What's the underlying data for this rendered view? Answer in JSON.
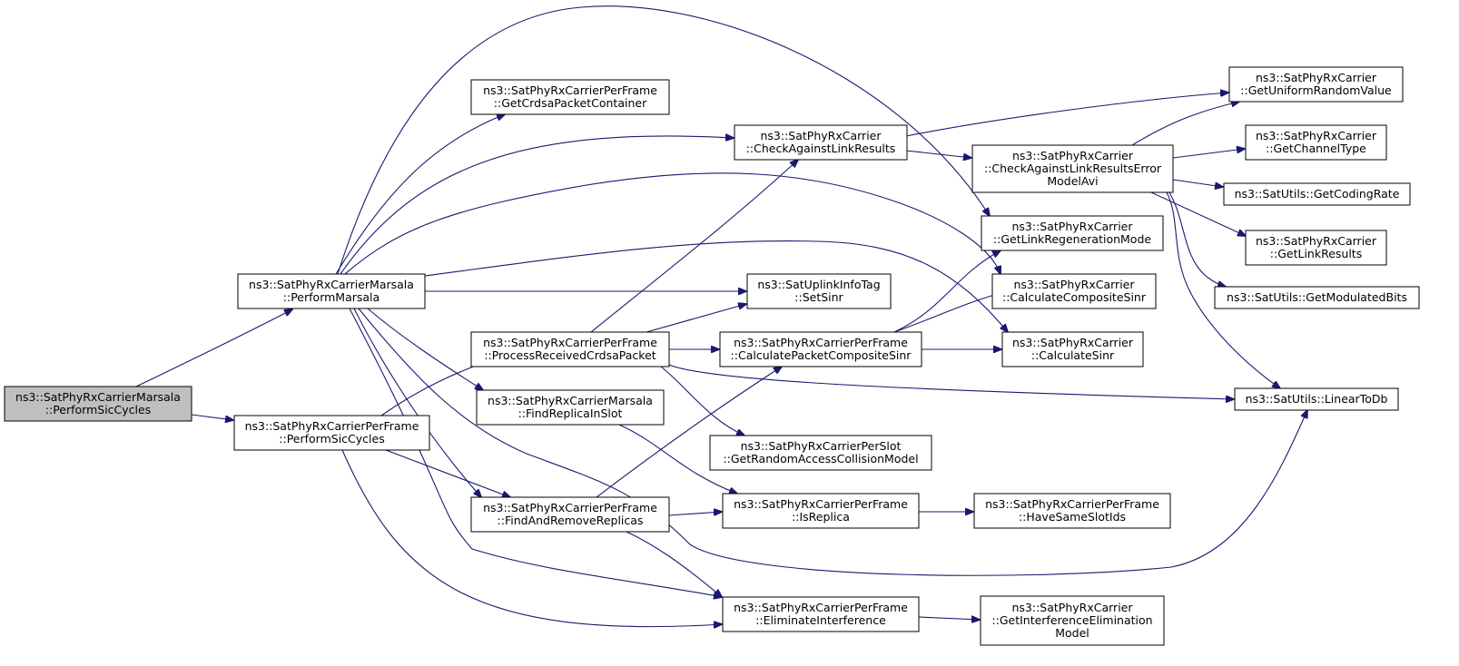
{
  "graph": {
    "colors": {
      "edge": "#191970",
      "focus_fill": "#bfbfbf",
      "node_fill": "#ffffff",
      "node_border": "#000000"
    },
    "nodes": [
      {
        "id": "n0",
        "lines": [
          "ns3::SatPhyRxCarrierMarsala",
          "::PerformSicCycles"
        ],
        "focus": true
      },
      {
        "id": "n1",
        "lines": [
          "ns3::SatPhyRxCarrierMarsala",
          "::PerformMarsala"
        ]
      },
      {
        "id": "n2",
        "lines": [
          "ns3::SatPhyRxCarrierPerFrame",
          "::PerformSicCycles"
        ]
      },
      {
        "id": "n3",
        "lines": [
          "ns3::SatPhyRxCarrierPerFrame",
          "::GetCrdsaPacketContainer"
        ]
      },
      {
        "id": "n4",
        "lines": [
          "ns3::SatPhyRxCarrier",
          "::CheckAgainstLinkResults"
        ]
      },
      {
        "id": "n5",
        "lines": [
          "ns3::SatUplinkInfoTag",
          "::SetSinr"
        ]
      },
      {
        "id": "n6",
        "lines": [
          "ns3::SatPhyRxCarrierPerFrame",
          "::ProcessReceivedCrdsaPacket"
        ]
      },
      {
        "id": "n7",
        "lines": [
          "ns3::SatPhyRxCarrierMarsala",
          "::FindReplicaInSlot"
        ]
      },
      {
        "id": "n8",
        "lines": [
          "ns3::SatPhyRxCarrierPerFrame",
          "::FindAndRemoveReplicas"
        ]
      },
      {
        "id": "n9",
        "lines": [
          "ns3::SatPhyRxCarrierPerFrame",
          "::CalculatePacketCompositeSinr"
        ]
      },
      {
        "id": "n10",
        "lines": [
          "ns3::SatPhyRxCarrierPerSlot",
          "::GetRandomAccessCollisionModel"
        ]
      },
      {
        "id": "n11",
        "lines": [
          "ns3::SatPhyRxCarrierPerFrame",
          "::IsReplica"
        ]
      },
      {
        "id": "n12",
        "lines": [
          "ns3::SatPhyRxCarrierPerFrame",
          "::EliminateInterference"
        ]
      },
      {
        "id": "n13",
        "lines": [
          "ns3::SatPhyRxCarrier",
          "::CheckAgainstLinkResultsError",
          "ModelAvi"
        ]
      },
      {
        "id": "n14",
        "lines": [
          "ns3::SatPhyRxCarrier",
          "::GetLinkRegenerationMode"
        ]
      },
      {
        "id": "n15",
        "lines": [
          "ns3::SatPhyRxCarrier",
          "::CalculateCompositeSinr"
        ]
      },
      {
        "id": "n16",
        "lines": [
          "ns3::SatPhyRxCarrier",
          "::CalculateSinr"
        ]
      },
      {
        "id": "n17",
        "lines": [
          "ns3::SatPhyRxCarrierPerFrame",
          "::HaveSameSlotIds"
        ]
      },
      {
        "id": "n18",
        "lines": [
          "ns3::SatPhyRxCarrier",
          "::GetInterferenceElimination",
          "Model"
        ]
      },
      {
        "id": "n19",
        "lines": [
          "ns3::SatPhyRxCarrier",
          "::GetUniformRandomValue"
        ]
      },
      {
        "id": "n20",
        "lines": [
          "ns3::SatPhyRxCarrier",
          "::GetChannelType"
        ]
      },
      {
        "id": "n21",
        "lines": [
          "ns3::SatUtils::GetCodingRate"
        ]
      },
      {
        "id": "n22",
        "lines": [
          "ns3::SatPhyRxCarrier",
          "::GetLinkResults"
        ]
      },
      {
        "id": "n23",
        "lines": [
          "ns3::SatUtils::GetModulatedBits"
        ]
      },
      {
        "id": "n24",
        "lines": [
          "ns3::SatUtils::LinearToDb"
        ]
      }
    ],
    "edges": [
      {
        "id": "e0-1",
        "from": "n0",
        "to": "n1"
      },
      {
        "id": "e0-2",
        "from": "n0",
        "to": "n2"
      },
      {
        "id": "e1-3",
        "from": "n1",
        "to": "n3"
      },
      {
        "id": "e1-4",
        "from": "n1",
        "to": "n4"
      },
      {
        "id": "e1-14",
        "from": "n1",
        "to": "n14"
      },
      {
        "id": "e1-15",
        "from": "n1",
        "to": "n15"
      },
      {
        "id": "e1-16",
        "from": "n1",
        "to": "n16"
      },
      {
        "id": "e1-5",
        "from": "n1",
        "to": "n5"
      },
      {
        "id": "e1-7",
        "from": "n1",
        "to": "n7"
      },
      {
        "id": "e1-8",
        "from": "n1",
        "to": "n8"
      },
      {
        "id": "e1-12",
        "from": "n1",
        "to": "n12"
      },
      {
        "id": "e1-24",
        "from": "n1",
        "to": "n24"
      },
      {
        "id": "e2-6",
        "from": "n2",
        "to": "n6"
      },
      {
        "id": "e2-8",
        "from": "n2",
        "to": "n8"
      },
      {
        "id": "e2-12",
        "from": "n2",
        "to": "n12"
      },
      {
        "id": "e6-4",
        "from": "n6",
        "to": "n4"
      },
      {
        "id": "e6-5",
        "from": "n6",
        "to": "n5"
      },
      {
        "id": "e6-9",
        "from": "n6",
        "to": "n9"
      },
      {
        "id": "e6-10",
        "from": "n6",
        "to": "n10"
      },
      {
        "id": "e6-24",
        "from": "n6",
        "to": "n24"
      },
      {
        "id": "e7-11",
        "from": "n7",
        "to": "n11"
      },
      {
        "id": "e8-9",
        "from": "n8",
        "to": "n9"
      },
      {
        "id": "e8-11",
        "from": "n8",
        "to": "n11"
      },
      {
        "id": "e8-12",
        "from": "n8",
        "to": "n12"
      },
      {
        "id": "e9-14",
        "from": "n9",
        "to": "n14"
      },
      {
        "id": "e9-15",
        "from": "n9",
        "to": "n15"
      },
      {
        "id": "e9-16",
        "from": "n9",
        "to": "n16"
      },
      {
        "id": "e4-19",
        "from": "n4",
        "to": "n19"
      },
      {
        "id": "e4-13",
        "from": "n4",
        "to": "n13"
      },
      {
        "id": "e13-19",
        "from": "n13",
        "to": "n19"
      },
      {
        "id": "e13-20",
        "from": "n13",
        "to": "n20"
      },
      {
        "id": "e13-21",
        "from": "n13",
        "to": "n21"
      },
      {
        "id": "e13-22",
        "from": "n13",
        "to": "n22"
      },
      {
        "id": "e13-23",
        "from": "n13",
        "to": "n23"
      },
      {
        "id": "e13-24",
        "from": "n13",
        "to": "n24"
      },
      {
        "id": "e11-17",
        "from": "n11",
        "to": "n17"
      },
      {
        "id": "e12-18",
        "from": "n12",
        "to": "n18"
      }
    ]
  }
}
